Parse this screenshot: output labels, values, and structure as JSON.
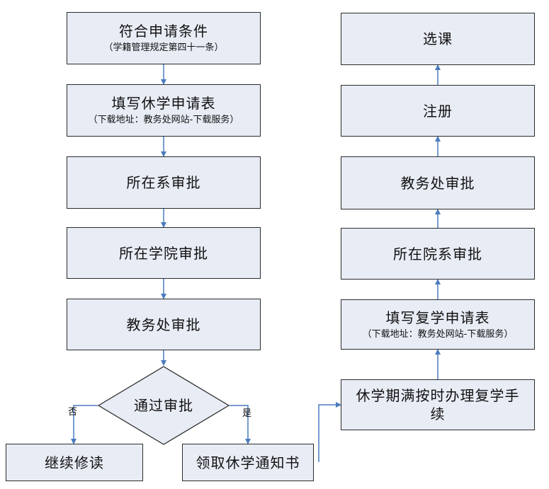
{
  "left_flow": {
    "step1": {
      "title": "符合申请条件",
      "sub": "（学籍管理规定第四十一条）"
    },
    "step2": {
      "title": "填写休学申请表",
      "sub": "（下载地址：教务处网站-下载服务）"
    },
    "step3": {
      "title": "所在系审批"
    },
    "step4": {
      "title": "所在学院审批"
    },
    "step5": {
      "title": "教务处审批"
    },
    "decision": {
      "title": "通过审批",
      "no_label": "否",
      "yes_label": "是"
    },
    "no_result": {
      "title": "继续修读"
    },
    "yes_result": {
      "title": "领取休学通知书"
    }
  },
  "right_flow": {
    "step1": {
      "title": "休学期满按时办理复学手续"
    },
    "step2": {
      "title": "填写复学申请表",
      "sub": "（下载地址：教务处网站-下载服务）"
    },
    "step3": {
      "title": "所在院系审批"
    },
    "step4": {
      "title": "教务处审批"
    },
    "step5": {
      "title": "注册"
    },
    "step6": {
      "title": "选课"
    }
  },
  "colors": {
    "box_fill": "#e8ecf5",
    "box_border": "#2b2b2b",
    "arrow": "#4a7bbd"
  }
}
